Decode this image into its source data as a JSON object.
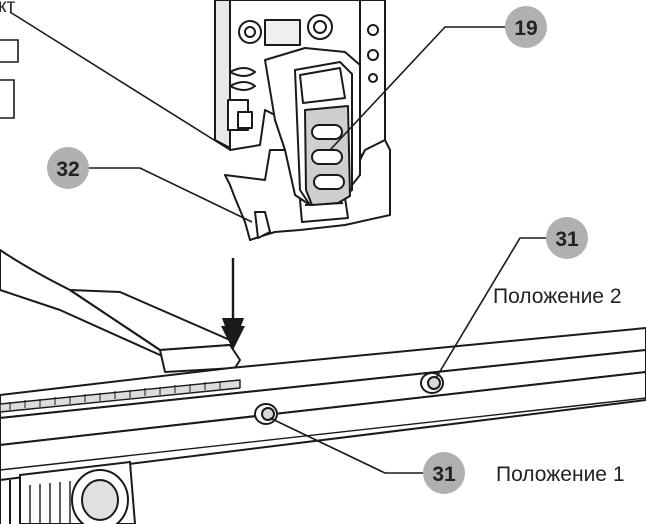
{
  "top_label": "кт",
  "callouts": [
    {
      "id": "19",
      "label": "19"
    },
    {
      "id": "32",
      "label": "32"
    },
    {
      "id": "31a",
      "label": "31"
    },
    {
      "id": "31b",
      "label": "31"
    }
  ],
  "position_labels": {
    "position_2": "Положение 2",
    "position_1": "Положение 1"
  },
  "colors": {
    "line": "#1a1a1a",
    "callout_fill": "#b0b0b0",
    "shade": "#c8c8c8",
    "background": "#ffffff"
  }
}
